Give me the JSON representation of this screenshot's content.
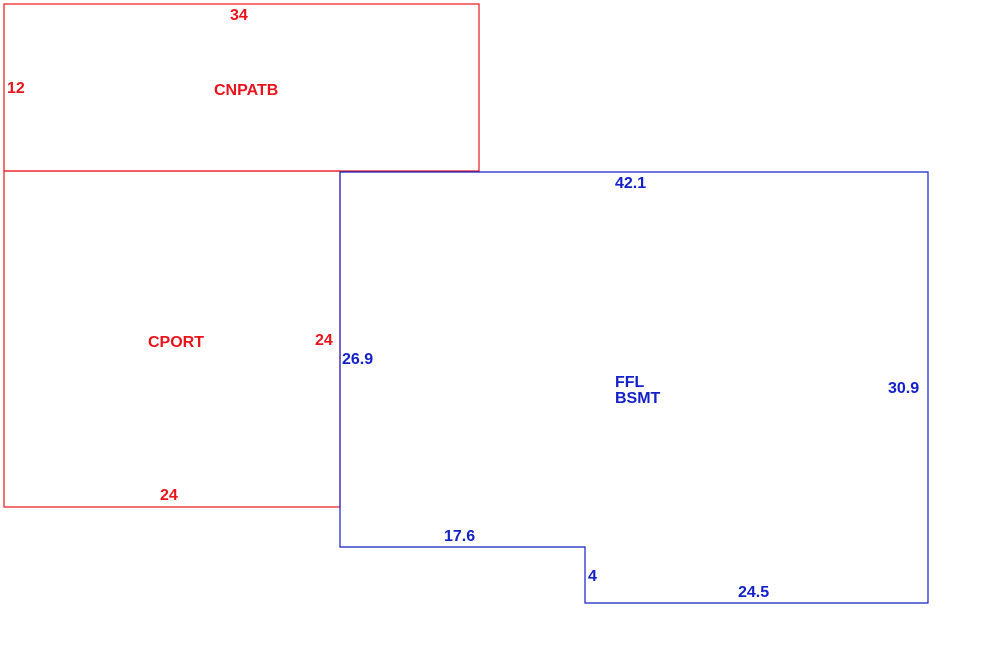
{
  "colors": {
    "secondary_area": "#e8141b",
    "main_area": "#1420c8"
  },
  "areas": {
    "cnpatb": {
      "name": "CNPATB",
      "top": "34",
      "left": "12"
    },
    "cport": {
      "name": "CPORT",
      "right": "24",
      "bottom": "24"
    },
    "main": {
      "name_line1": "FFL",
      "name_line2": "BSMT",
      "top": "42.1",
      "left": "26.9",
      "right": "30.9",
      "bottom_left": "17.6",
      "step": "4",
      "bottom_right": "24.5"
    }
  }
}
